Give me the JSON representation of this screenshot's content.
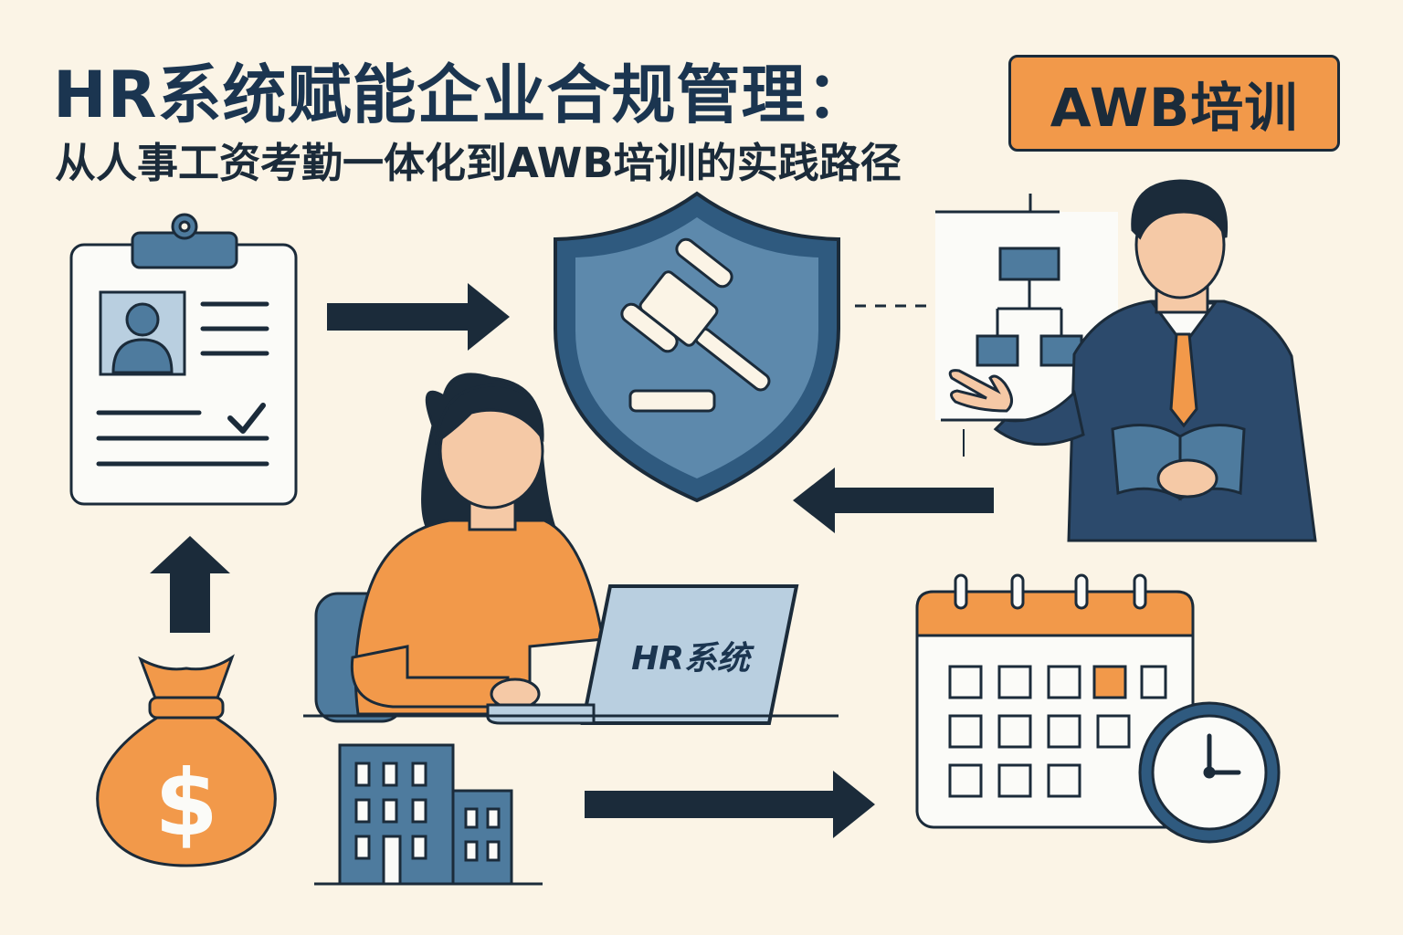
{
  "header": {
    "title": "HR系统赋能企业合规管理：",
    "subtitle": "从人事工资考勤一体化到AWB培训的实践路径"
  },
  "badge": {
    "label": "AWB培训"
  },
  "laptop": {
    "label": "HR系统"
  },
  "money_bag": {
    "symbol": "$"
  },
  "colors": {
    "background": "#fbf4e6",
    "navy": "#1b3550",
    "steel_blue": "#4e7b9e",
    "light_blue": "#b9cfe0",
    "orange": "#f2994a",
    "outline": "#1b2b3a"
  }
}
